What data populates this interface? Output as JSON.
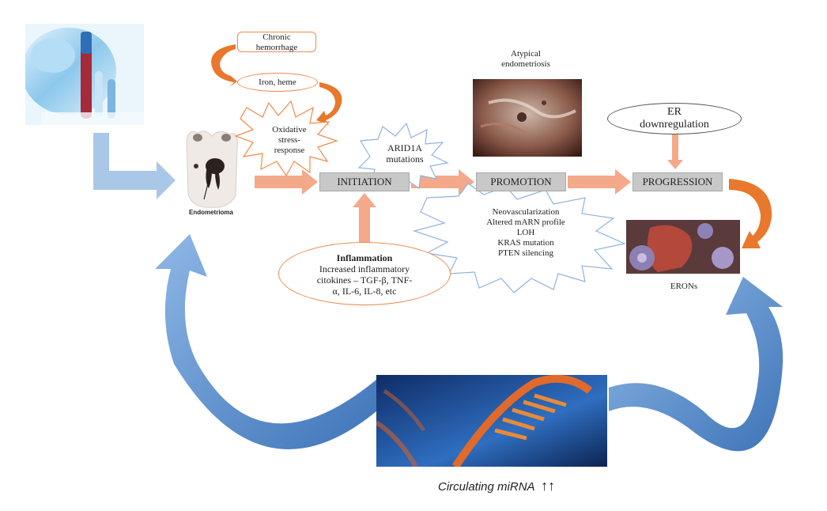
{
  "figure": {
    "stages": {
      "initiation": "INITIATION",
      "promotion": "PROMOTION",
      "progression": "PROGRESSION"
    },
    "hemorrhage_cycle": {
      "chronic_hemorrhage": "Chronic\nhemorrhage",
      "iron_heme": "Iron, heme",
      "oxidative_stress": "Oxidative\nstress-\nresponse"
    },
    "endometrioma_label": "Endometrioma",
    "atypical_label": "Atypical\nendometriosis",
    "arid1a_label": "ARID1A\nmutations",
    "er_downregulation": "ER\ndownregulation",
    "inflammation": {
      "title": "Inflammation",
      "text": "Increased inflammatory\ncitokines – TGF-β, TNF-\nα, IL-6, IL-8, etc"
    },
    "promotion_events": [
      "Neovascularization",
      "Altered mARN profile",
      "LOH",
      "KRAS mutation",
      "PTEN silencing"
    ],
    "erons_label": "ERONs",
    "mirna_label": "Circulating miRNA",
    "mirna_arrows": "↑↑"
  },
  "colors": {
    "salmon_arrow": "#f4a98b",
    "orange_arrow": "#e8782b",
    "blue_arrow": "#5b8fcf",
    "light_blue_arrow": "#a9c8e8",
    "stage_box": "#c8c8c8",
    "star_outline": "#8fb3e0",
    "orange_outline": "#f08a4b"
  }
}
